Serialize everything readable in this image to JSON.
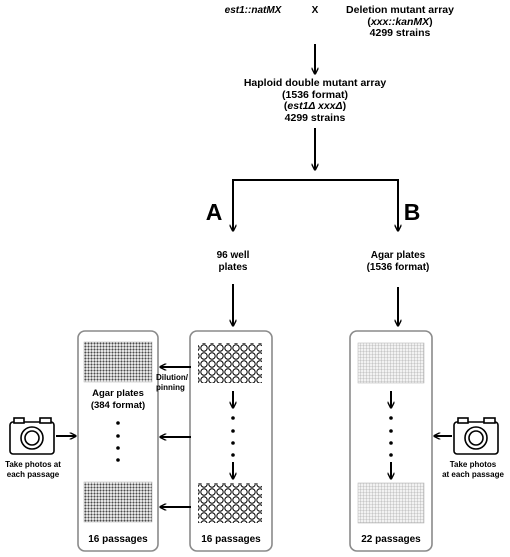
{
  "cross": {
    "left_strain": "est1::natMX",
    "cross_symbol": "X",
    "array_title": "Deletion mutant array",
    "array_open_paren": "(",
    "array_genotype": "xxx::kanMX",
    "array_close_paren": ")",
    "array_count": "4299 strains"
  },
  "haploid": {
    "title": "Haploid double mutant array",
    "format": "(1536 format)",
    "open_paren": "(",
    "genotype": "est1Δ xxxΔ",
    "close_paren": ")",
    "count": "4299 strains"
  },
  "branches": {
    "a_label": "A",
    "b_label": "B",
    "a_plates_line1": "96 well",
    "a_plates_line2": "plates",
    "b_plates_line1": "Agar plates",
    "b_plates_line2": "(1536 format)"
  },
  "panels": {
    "left_plates_line1": "Agar plates",
    "left_plates_line2": "(384 format)",
    "dilution_line1": "Dilution/",
    "dilution_line2": "pinning",
    "left_passages": "16 passages",
    "middle_passages": "16 passages",
    "right_passages": "22 passages"
  },
  "photo_notes": {
    "left_line1": "Take photos at",
    "left_line2": "each passage",
    "right_line1": "Take photos",
    "right_line2": "at each passage"
  },
  "icons": {
    "camera": "camera-icon",
    "plate_384": "dense-dot-plate-icon",
    "plate_96": "circle-well-plate-icon",
    "plate_1536": "fine-grid-plate-icon"
  },
  "colors": {
    "ink": "#000000",
    "panel_border": "#8a8a8a",
    "plate_fill": "#cfcfcf",
    "grid_plate_fill": "#e4e4e4"
  }
}
